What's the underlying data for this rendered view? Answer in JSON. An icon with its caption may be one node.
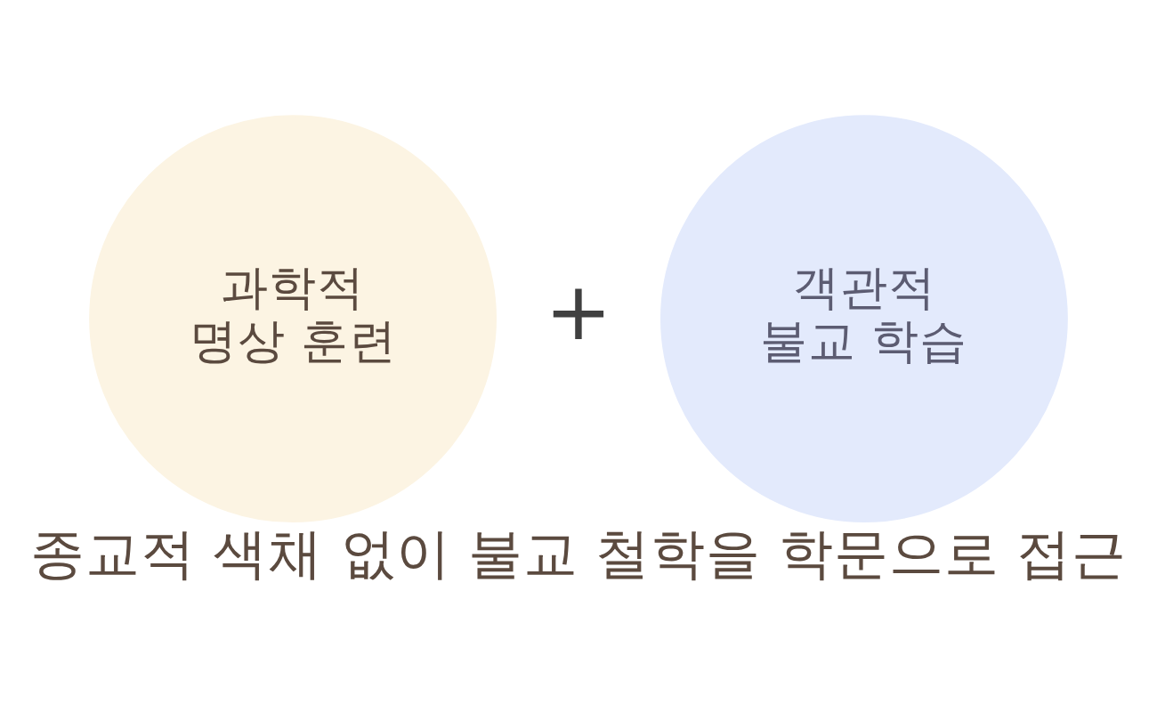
{
  "diagram": {
    "caption": "종교적 색채 없이 불교 철학을 학문으로 접근",
    "nodes": [
      {
        "text": [
          "과학적 명상 훈련"
        ]
      },
      {
        "text": [
          "객관적 불교 학습"
        ]
      }
    ],
    "labels": [
      "+"
    ]
  }
}
